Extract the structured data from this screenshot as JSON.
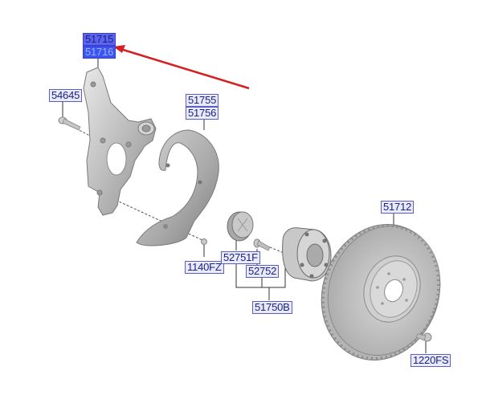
{
  "diagram": {
    "title": "Front Axle Knuckle / Hub / Disc Parts Diagram",
    "highlight_color": "#5b64f0",
    "arrow_color": "#d42020",
    "label_border_color": "#5a5fc8",
    "label_text_color": "#1a2280"
  },
  "labels": {
    "knuckle_a": "51715",
    "knuckle_b": "51716",
    "knuckle_bolt": "54645",
    "dust_cover_a": "51755",
    "dust_cover_b": "51756",
    "cover_screw": "1140FZ",
    "hub_cap": "52751F",
    "hub_bolt": "52752",
    "hub_assembly": "51750B",
    "brake_disc": "51712",
    "disc_screw": "1220FS"
  },
  "annotation": {
    "arrow_target": "51716",
    "arrow_description": "red arrow pointing to highlighted part number 51716"
  }
}
